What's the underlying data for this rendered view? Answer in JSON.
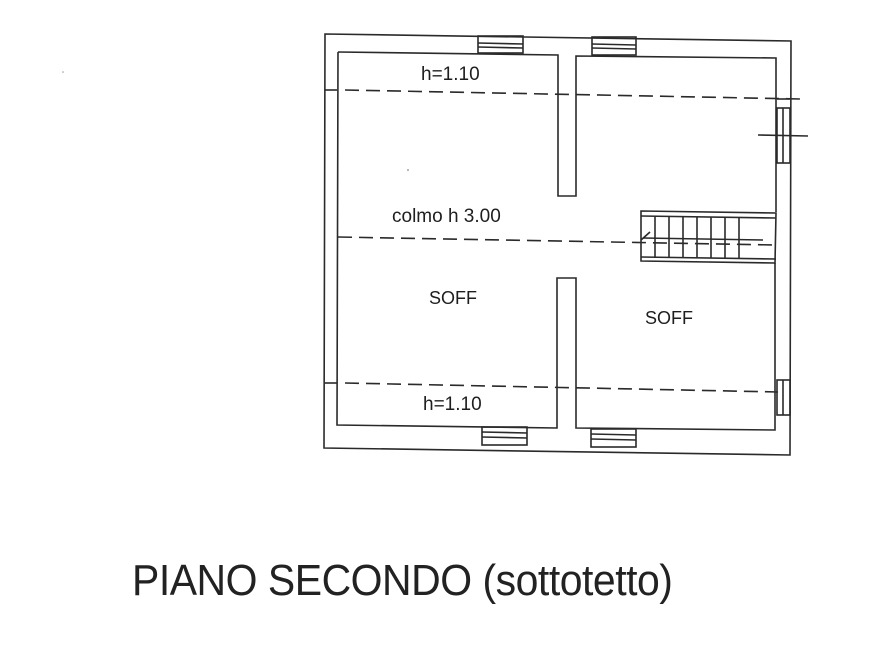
{
  "plan": {
    "title": "PIANO SECONDO (sottotetto)",
    "labels": {
      "height_top": "h=1.10",
      "ridge": "colmo h 3.00",
      "height_bottom": "h=1.10",
      "room_left": "SOFF",
      "room_right": "SOFF"
    },
    "colors": {
      "line": "#2a2a2a",
      "background": "#ffffff"
    }
  }
}
